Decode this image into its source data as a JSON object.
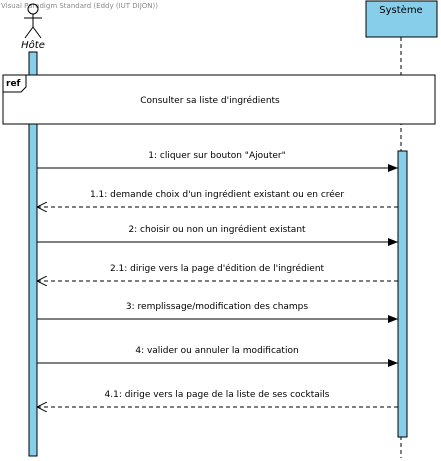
{
  "watermark": "Visual Paradigm Standard (Eddy (IUT DIJON))",
  "actor": {
    "label": "Hôte",
    "icon": "stick-figure-icon"
  },
  "system": {
    "label": "Système"
  },
  "ref_frame": {
    "tag": "ref",
    "text": "Consulter sa liste d'ingrédients"
  },
  "colors": {
    "lifeline_box": "#87ceeb",
    "activation": "#87ceeb",
    "border": "#000000",
    "watermark": "#8a8a8a"
  },
  "messages": [
    {
      "label": "1: cliquer sur bouton \"Ajouter\"",
      "kind": "call",
      "from": "actor",
      "to": "system"
    },
    {
      "label": "1.1: demande choix d'un ingrédient existant ou en créer",
      "kind": "return",
      "from": "system",
      "to": "actor"
    },
    {
      "label": "2: choisir ou non un ingrédient existant",
      "kind": "call",
      "from": "actor",
      "to": "system"
    },
    {
      "label": "2.1: dirige vers la page d'édition de l'ingrédient",
      "kind": "return",
      "from": "system",
      "to": "actor"
    },
    {
      "label": "3: remplissage/modification des champs",
      "kind": "call",
      "from": "actor",
      "to": "system"
    },
    {
      "label": "4: valider ou annuler la modification",
      "kind": "call",
      "from": "actor",
      "to": "system"
    },
    {
      "label": "4.1: dirige vers la page de la liste de ses cocktails",
      "kind": "return",
      "from": "system",
      "to": "actor"
    }
  ]
}
